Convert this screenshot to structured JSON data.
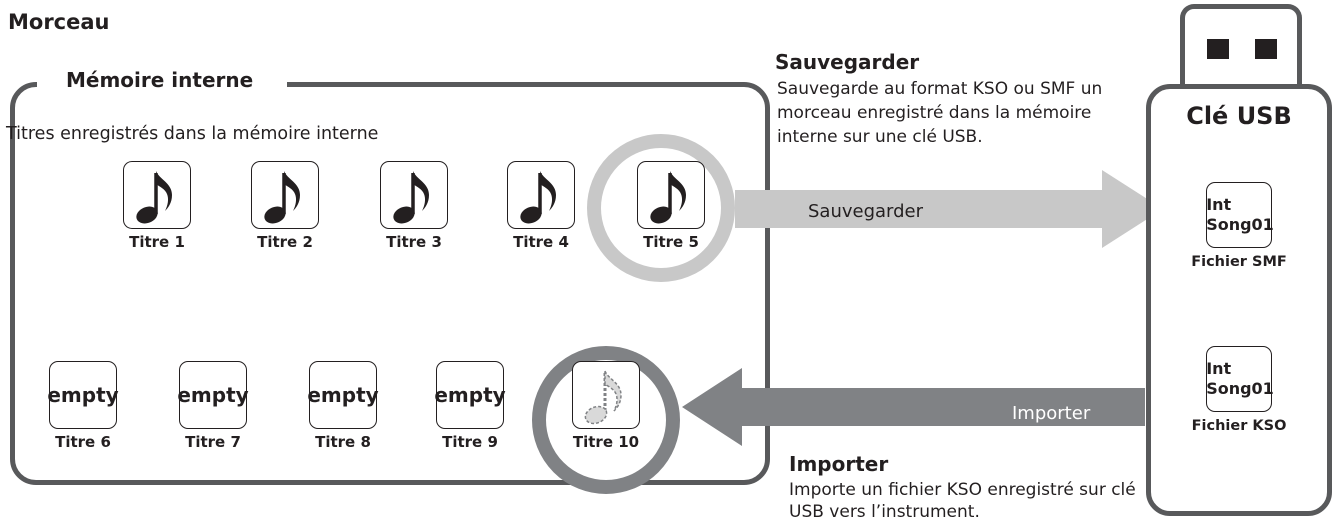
{
  "title": "Morceau",
  "memory": {
    "title": "Mémoire interne",
    "subtitle": "Titres enregistrés dans la mémoire interne",
    "songs": [
      {
        "label": "Titre 1",
        "state": "recorded"
      },
      {
        "label": "Titre 2",
        "state": "recorded"
      },
      {
        "label": "Titre 3",
        "state": "recorded"
      },
      {
        "label": "Titre 4",
        "state": "recorded"
      },
      {
        "label": "Titre 5",
        "state": "recorded"
      },
      {
        "label": "Titre 6",
        "state": "empty",
        "text": "empty"
      },
      {
        "label": "Titre 7",
        "state": "empty",
        "text": "empty"
      },
      {
        "label": "Titre 8",
        "state": "empty",
        "text": "empty"
      },
      {
        "label": "Titre 9",
        "state": "empty",
        "text": "empty"
      },
      {
        "label": "Titre 10",
        "state": "imported"
      }
    ]
  },
  "save": {
    "heading": "Sauvegarder",
    "description": "Sauvegarde au format KSO ou SMF un morceau enregistré dans la mémoire interne sur une clé USB.",
    "arrow_label": "Sauvegarder"
  },
  "import": {
    "heading": "Importer",
    "description": "Importe un fichier KSO enregistré sur clé USB vers l’instrument.",
    "arrow_label": "Importer"
  },
  "usb": {
    "title": "Clé USB",
    "files": [
      {
        "line1": "Int",
        "line2": "Song01",
        "label": "Fichier SMF"
      },
      {
        "line1": "Int",
        "line2": "Song01",
        "label": "Fichier KSO"
      }
    ]
  },
  "colors": {
    "frame": "#58595b",
    "save_ring": "#c8c8c8",
    "save_arrow": "#c8c8c8",
    "import_ring": "#808285",
    "import_arrow": "#808285"
  },
  "icons": {
    "recorded": "music-note-icon",
    "imported": "dashed-music-note-icon"
  }
}
